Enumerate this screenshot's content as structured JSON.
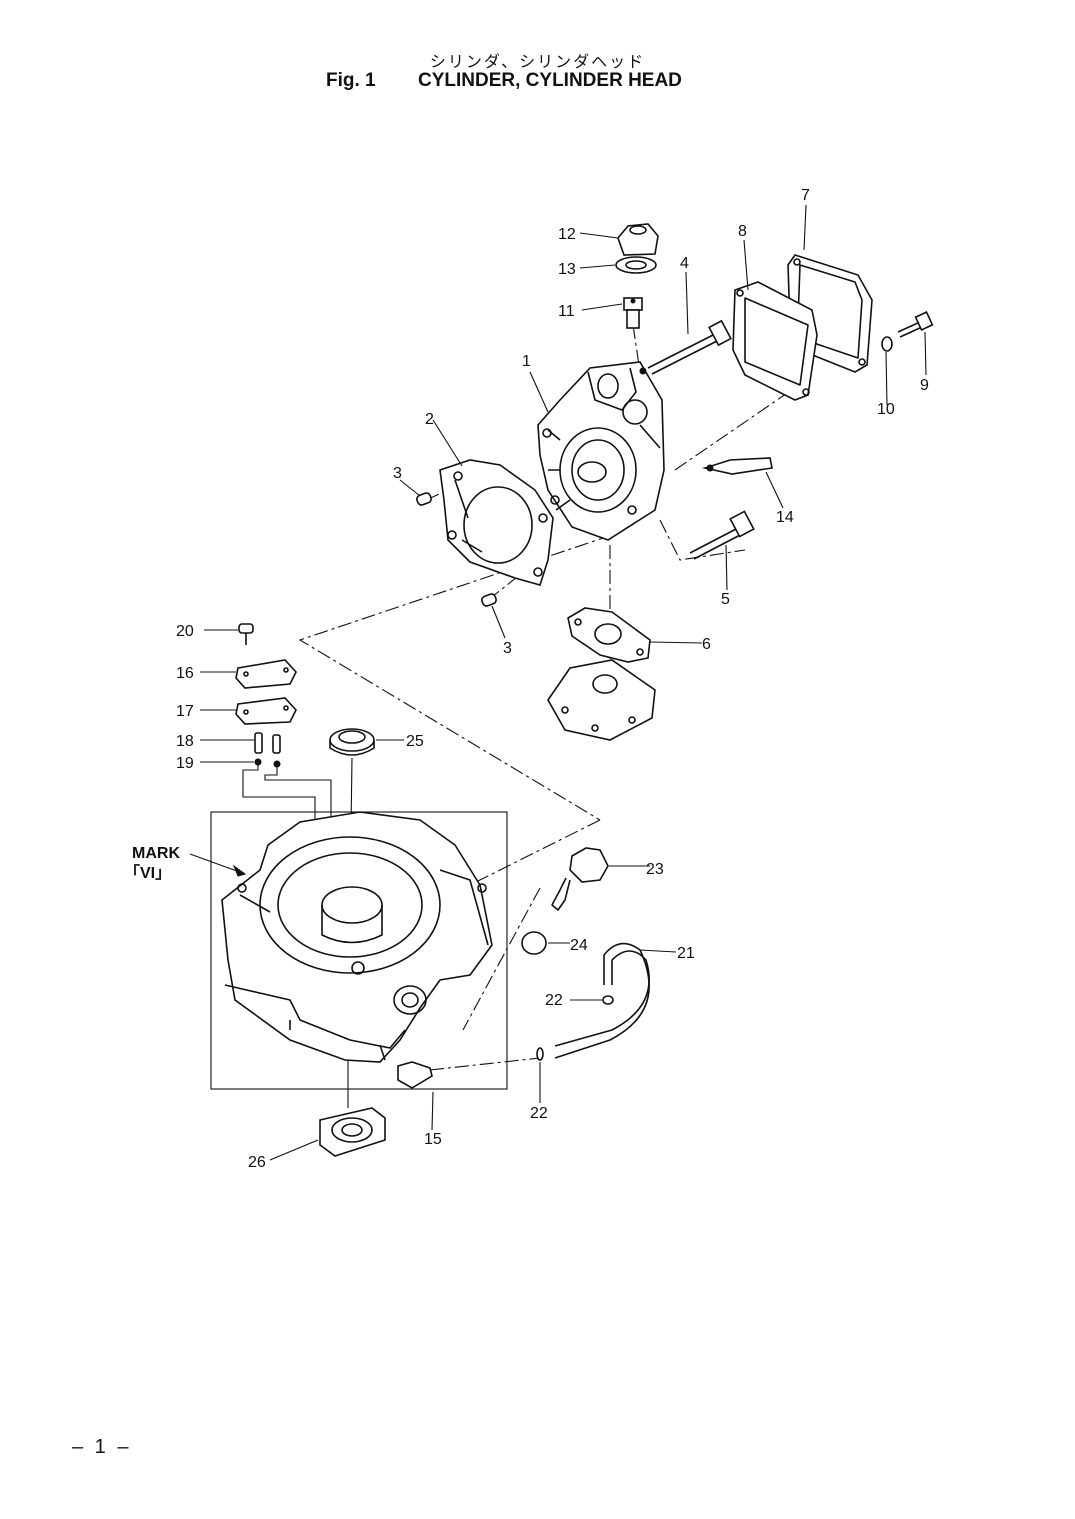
{
  "header": {
    "title_jp": "シリンダ、シリンダヘッド",
    "fig_label": "Fig. 1",
    "title_en": "CYLINDER, CYLINDER HEAD"
  },
  "mark": {
    "line1": "MARK",
    "line2": "｢VI｣"
  },
  "callouts": {
    "c1": "1",
    "c2": "2",
    "c3a": "3",
    "c3b": "3",
    "c4": "4",
    "c5": "5",
    "c6": "6",
    "c7": "7",
    "c8": "8",
    "c9": "9",
    "c10": "10",
    "c11": "11",
    "c12": "12",
    "c13": "13",
    "c14": "14",
    "c15": "15",
    "c16": "16",
    "c17": "17",
    "c18": "18",
    "c19": "19",
    "c20": "20",
    "c21": "21",
    "c22a": "22",
    "c22b": "22",
    "c23": "23",
    "c24": "24",
    "c25": "25",
    "c26": "26"
  },
  "footer": {
    "page_number": "– 1 –"
  }
}
